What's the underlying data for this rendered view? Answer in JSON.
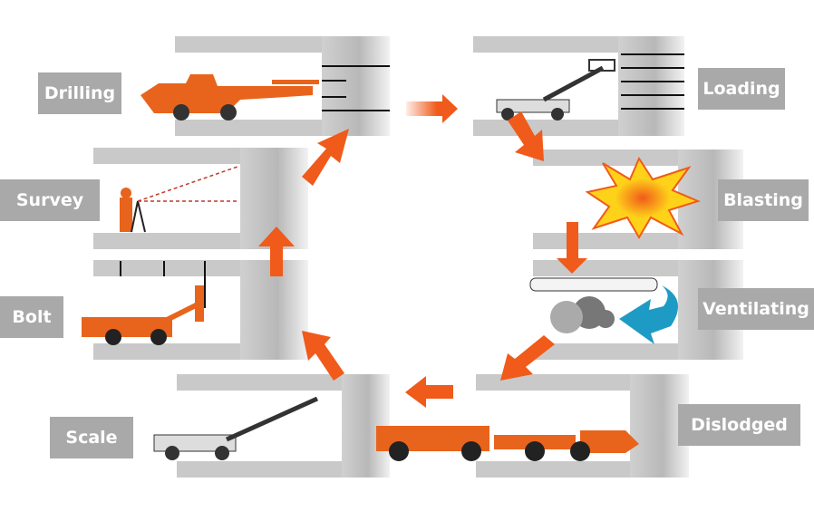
{
  "title": "Mining cycle",
  "steps": [
    {
      "label": "Drilling"
    },
    {
      "label": "Loading"
    },
    {
      "label": "Blasting"
    },
    {
      "label": "Ventilating"
    },
    {
      "label": "Dislodged"
    },
    {
      "label": "Scale"
    },
    {
      "label": "Bolt"
    },
    {
      "label": "Survey"
    }
  ],
  "colors": {
    "machine": "#e8641c",
    "arrow": "#f05a1a",
    "tunnel": "#c9c9c9",
    "label_bg": "#a9a9a9",
    "air": "#1e9bc4"
  }
}
